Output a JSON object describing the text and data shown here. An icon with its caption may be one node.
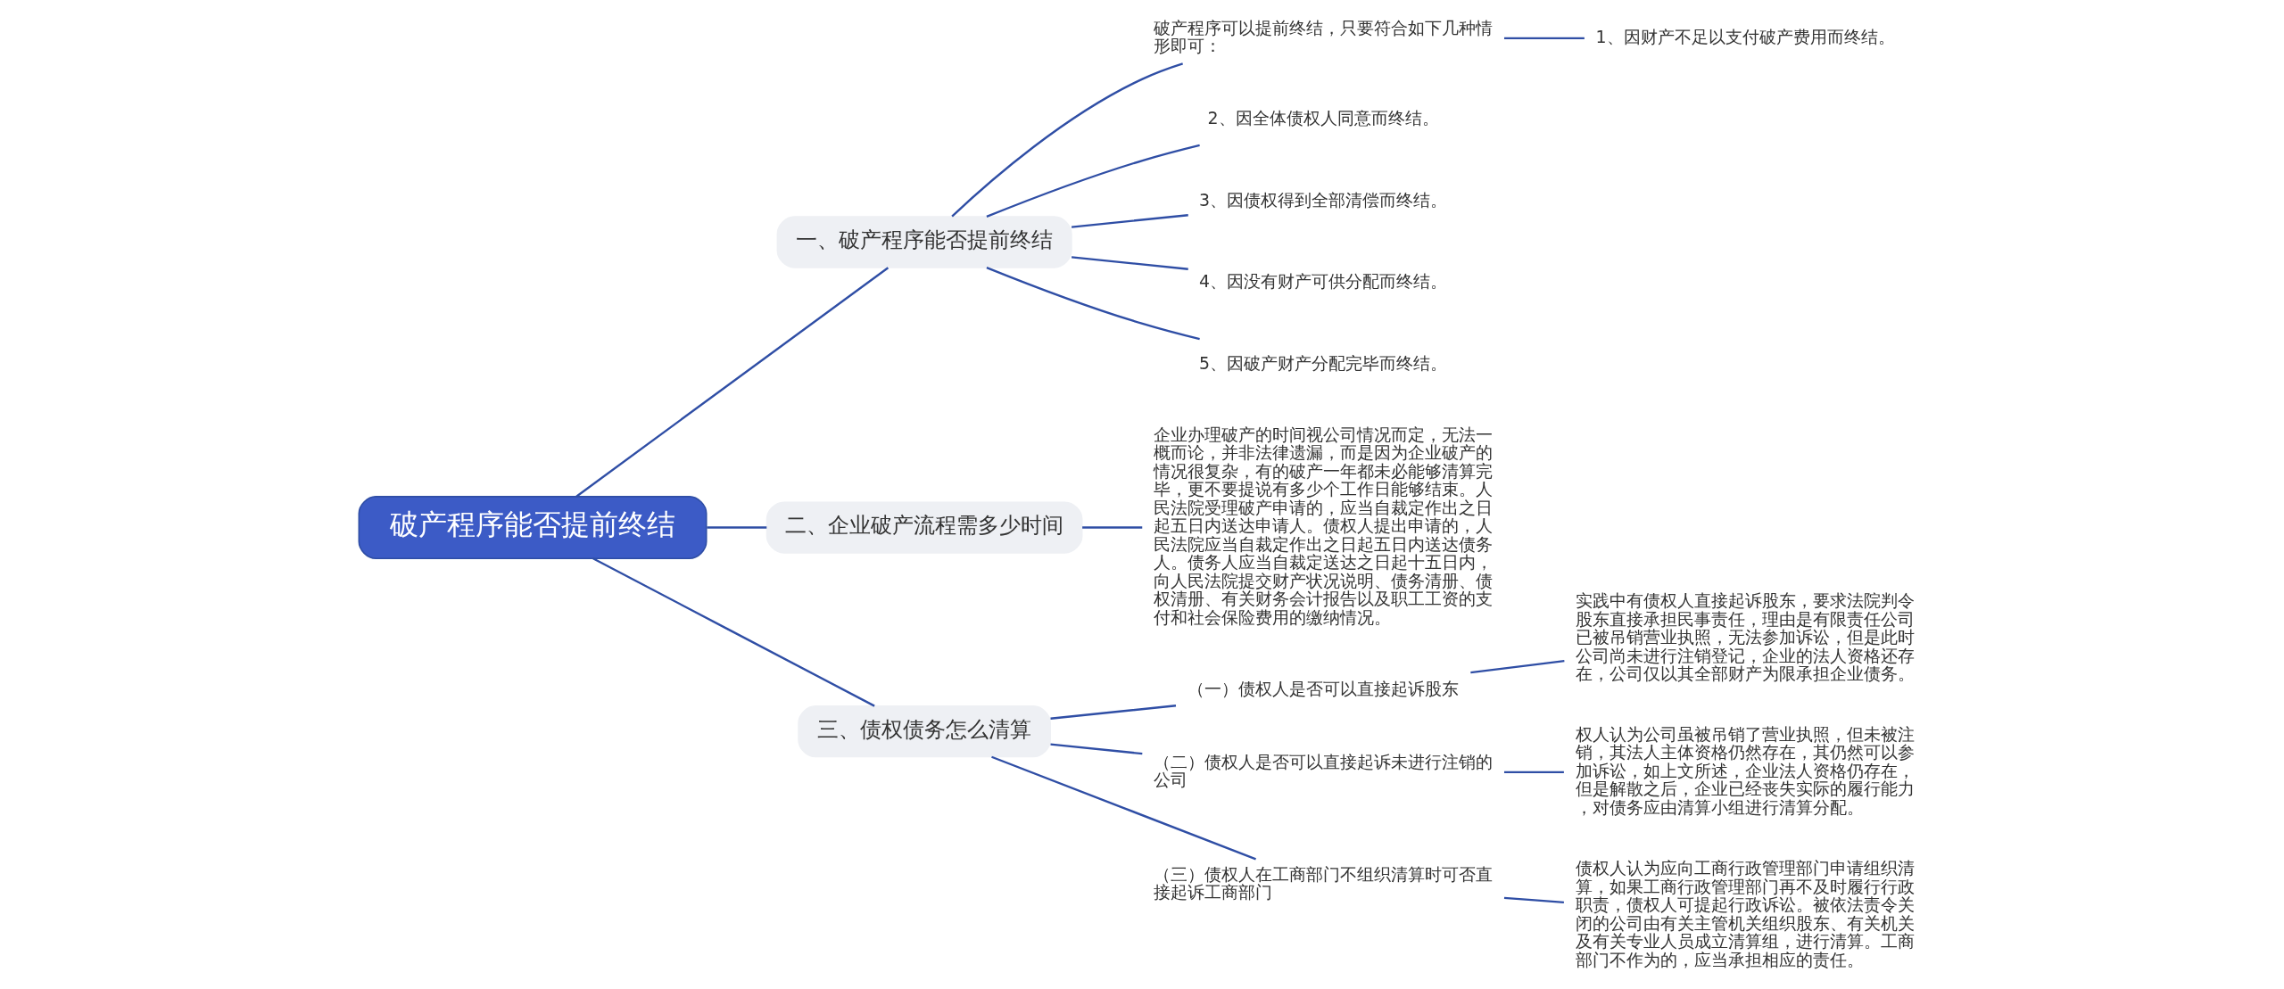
{
  "diagram": {
    "nodes": [
      {
        "text": [
          "破产程序能否提前终结"
        ]
      },
      {
        "text": [
          "一、破产程序能否提前终结"
        ]
      },
      {
        "text": [
          "破产程序可以提前终结，只要符合如下几种情形即可："
        ]
      },
      {
        "text": [
          "1、因财产不足以支付破产费用而终结。"
        ]
      },
      {
        "text": [
          "2、因全体债权人同意而终结。"
        ]
      },
      {
        "text": [
          "3、因债权得到全部清偿而终结。"
        ]
      },
      {
        "text": [
          "4、因没有财产可供分配而终结。"
        ]
      },
      {
        "text": [
          "5、因破产财产分配完毕而终结。"
        ]
      },
      {
        "text": [
          "二、企业破产流程需多少时间"
        ]
      },
      {
        "text": [
          "企业办理破产的时间视公司情况而定，无法一概而论，并非法律遗漏，而是因为企业破产的情况很复杂，有的破产一年都未必能够清算完毕，更不要提说有多少个工作日能够结束。人民法院受理破产申请的，应当自裁定作出之日起五日内送达申请人。债权人提出申请的，人民法院应当自裁定作出之日起五日内送达债务人。债务人应当自裁定送达之日起十五日内，向人民法院提交财产状况说明、债务清册、债权清册、有关财务会计报告以及职工工资的支付和社会保险费用的缴纳情况。"
        ]
      },
      {
        "text": [
          "三、债权债务怎么清算"
        ]
      },
      {
        "text": [
          "（一）债权人是否可以直接起诉股东"
        ]
      },
      {
        "text": [
          "实践中有债权人直接起诉股东，要求法院判令股东直接承担民事责任，理由是有限责任公司已被吊销营业执照，无法参加诉讼，但是此时公司尚未进行注销登记，企业的法人资格还存在，公司仅以其全部财产为限承担企业债务。"
        ]
      },
      {
        "text": [
          "（二）债权人是否可以直接起诉未进行注销的公司"
        ]
      },
      {
        "text": [
          "权人认为公司虽被吊销了营业执照，但未被注销，其法人主体资格仍然存在，其仍然可以参加诉讼，如上文所述，企业法人资格仍存在，但是解散之后，企业已经丧失实际的履行能力，对债务应由清算小组进行清算分配。"
        ]
      },
      {
        "text": [
          "（三）债权人在工商部门不组织清算时可否直接起诉工商部门"
        ]
      },
      {
        "text": [
          "债权人认为应向工商行政管理部门申请组织清算，如果工商行政管理部门再不及时履行行政职责，债权人可提起行政诉讼。被依法责令关闭的公司由有关主管机关组织股东、有关机关及有关专业人员成立清算组，进行清算。工商部门不作为的，应当承担相应的责任。"
        ]
      }
    ],
    "edges": [
      {
        "from": 0,
        "to": 1,
        "arrow": "none"
      },
      {
        "from": 1,
        "to": 2,
        "arrow": "none"
      },
      {
        "from": 2,
        "to": 3,
        "arrow": "none"
      },
      {
        "from": 1,
        "to": 4,
        "arrow": "none"
      },
      {
        "from": 1,
        "to": 5,
        "arrow": "none"
      },
      {
        "from": 1,
        "to": 6,
        "arrow": "none"
      },
      {
        "from": 1,
        "to": 7,
        "arrow": "none"
      },
      {
        "from": 0,
        "to": 8,
        "arrow": "none"
      },
      {
        "from": 8,
        "to": 9,
        "arrow": "none"
      },
      {
        "from": 0,
        "to": 10,
        "arrow": "none"
      },
      {
        "from": 10,
        "to": 11,
        "arrow": "none"
      },
      {
        "from": 11,
        "to": 12,
        "arrow": "none"
      },
      {
        "from": 10,
        "to": 13,
        "arrow": "none"
      },
      {
        "from": 13,
        "to": 14,
        "arrow": "none"
      },
      {
        "from": 10,
        "to": 15,
        "arrow": "none"
      },
      {
        "from": 15,
        "to": 16,
        "arrow": "none"
      }
    ]
  }
}
